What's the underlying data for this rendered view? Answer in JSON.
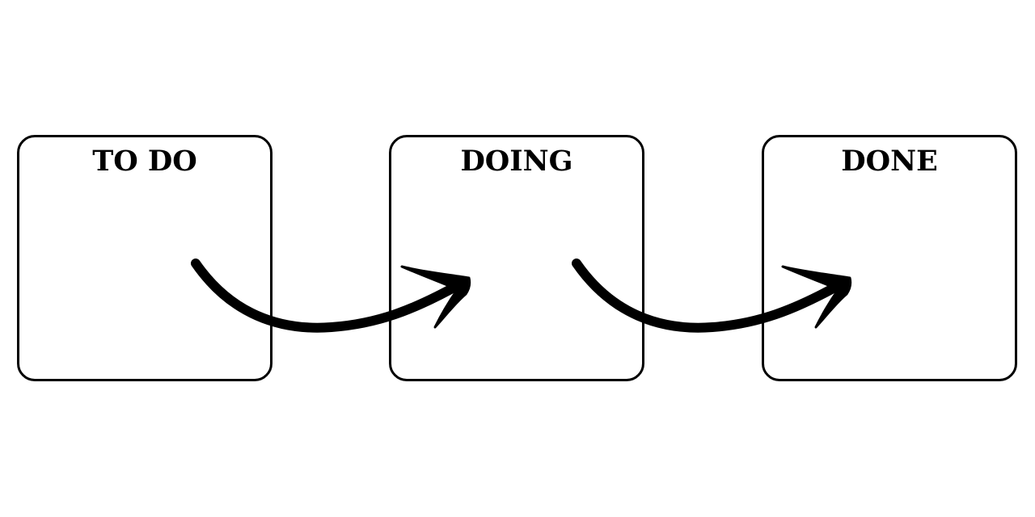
{
  "board": {
    "columns": [
      {
        "title": "TO DO"
      },
      {
        "title": "DOING"
      },
      {
        "title": "DONE"
      }
    ]
  },
  "colors": {
    "stroke": "#000000",
    "background": "#ffffff"
  },
  "icons": {
    "arrow": "curved-arrow-right-icon"
  }
}
